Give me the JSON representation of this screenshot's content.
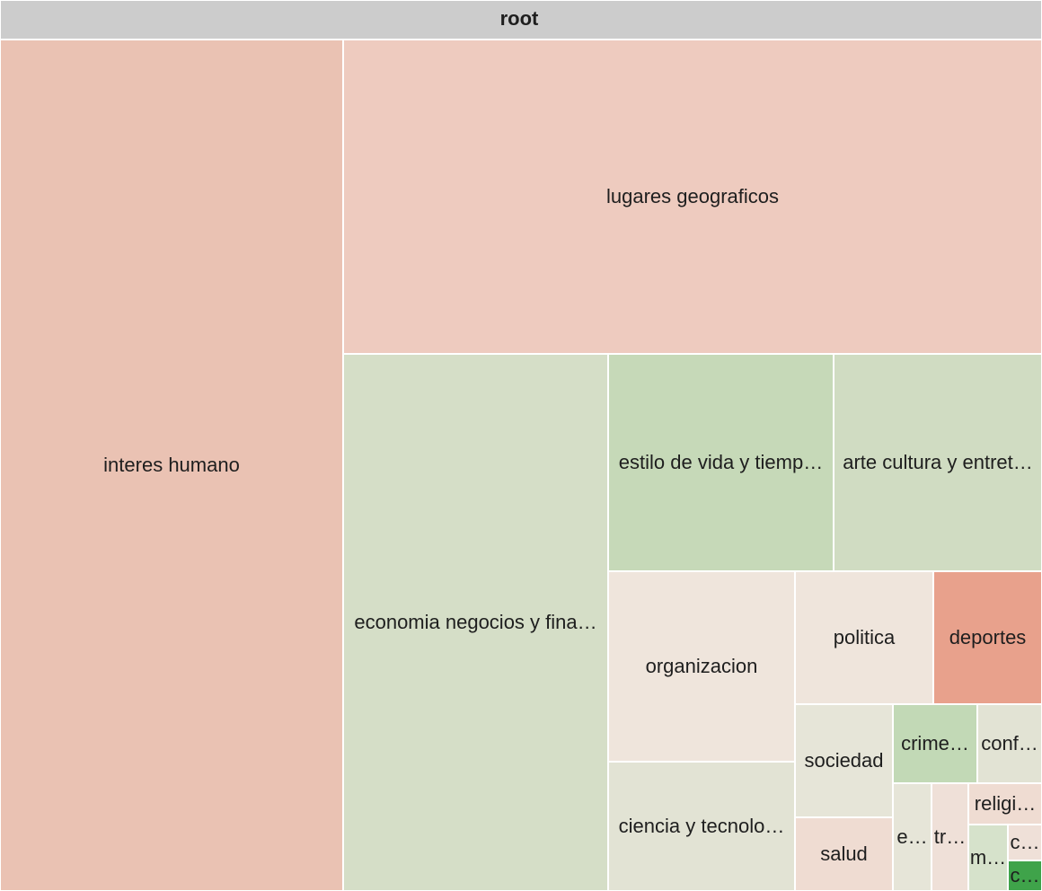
{
  "chart_data": {
    "type": "treemap",
    "root": {
      "label": "root",
      "color": "#cccccc"
    },
    "cells": [
      {
        "label": "interes humano",
        "color": "#eac2b3"
      },
      {
        "label": "lugares geograficos",
        "color": "#eecbbf"
      },
      {
        "label": "economia negocios y fina…",
        "color": "#d5dec7"
      },
      {
        "label": "estilo de vida y tiemp…",
        "color": "#c6d9b8"
      },
      {
        "label": "arte cultura y entret…",
        "color": "#d0dcc2"
      },
      {
        "label": "organizacion",
        "color": "#efe5dc"
      },
      {
        "label": "politica",
        "color": "#efe5dc"
      },
      {
        "label": "deportes",
        "color": "#e8a18c"
      },
      {
        "label": "ciencia y tecnolo…",
        "color": "#e2e3d4"
      },
      {
        "label": "sociedad",
        "color": "#e6e5d8"
      },
      {
        "label": "crime…",
        "color": "#c2d9b6"
      },
      {
        "label": "conf…",
        "color": "#e2e3d4"
      },
      {
        "label": "salud",
        "color": "#efdcd2"
      },
      {
        "label": "e…",
        "color": "#e6e5d8"
      },
      {
        "label": "tr…",
        "color": "#efe0d8"
      },
      {
        "label": "religi…",
        "color": "#efdcd2"
      },
      {
        "label": "m…",
        "color": "#d6e2cb"
      },
      {
        "label": "c…",
        "color": "#efe0d8"
      },
      {
        "label": "c…",
        "color": "#3fa34a"
      }
    ]
  }
}
